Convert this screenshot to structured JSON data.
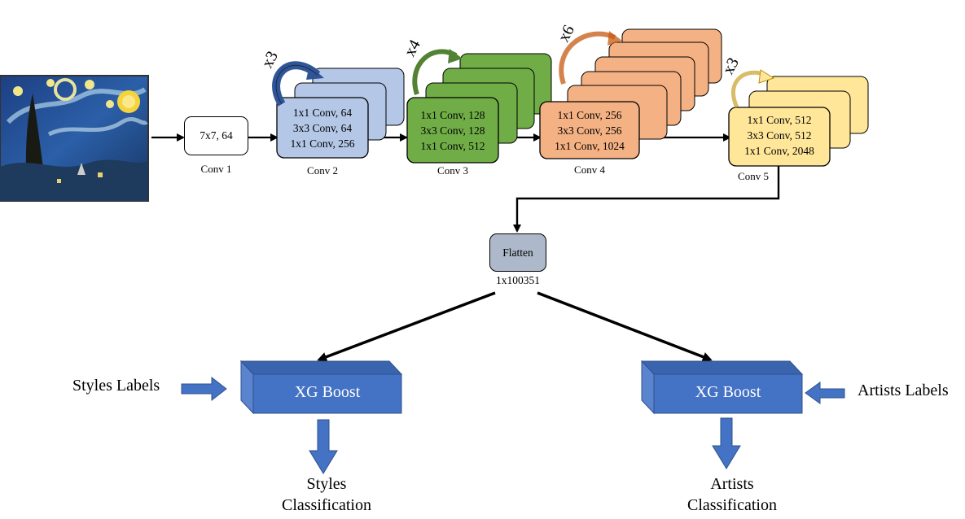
{
  "conv1": {
    "text": "7x7, 64",
    "caption": "Conv 1"
  },
  "conv2": {
    "lines": [
      "1x1 Conv, 64",
      "3x3 Conv, 64",
      "1x1 Conv, 256"
    ],
    "repeat": "x3",
    "caption": "Conv 2",
    "color": "#b4c7e7"
  },
  "conv3": {
    "lines": [
      "1x1 Conv, 128",
      "3x3 Conv, 128",
      "1x1 Conv, 512"
    ],
    "repeat": "x4",
    "caption": "Conv 3",
    "color": "#70ad47"
  },
  "conv4": {
    "lines": [
      "1x1 Conv, 256",
      "3x3 Conv, 256",
      "1x1 Conv, 1024"
    ],
    "repeat": "x6",
    "caption": "Conv 4",
    "color": "#f4b183"
  },
  "conv5": {
    "lines": [
      "1x1 Conv, 512",
      "3x3 Conv, 512",
      "1x1 Conv, 2048"
    ],
    "repeat": "x3",
    "caption": "Conv 5",
    "color": "#ffe699"
  },
  "flatten": {
    "label": "Flatten",
    "size": "1x100351",
    "color": "#adb9ca"
  },
  "left_branch": {
    "input_label": "Styles Labels",
    "model": "XG Boost",
    "output_line1": "Styles",
    "output_line2": "Classification"
  },
  "right_branch": {
    "input_label": "Artists Labels",
    "model": "XG Boost",
    "output_line1": "Artists",
    "output_line2": "Classification"
  },
  "xgboost_color": "#4472c4",
  "arrow_blue": "#4472c4",
  "input_image": "starry-night-painting"
}
